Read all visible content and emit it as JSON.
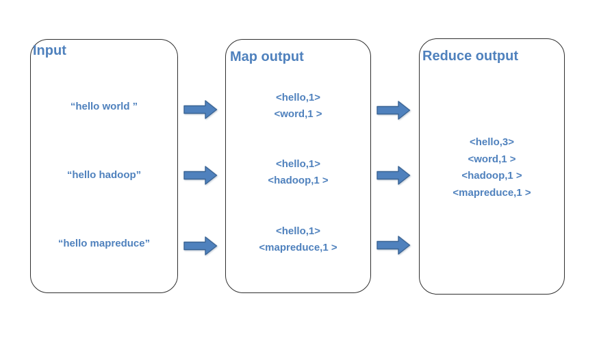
{
  "colors": {
    "accent": "#4f81bd",
    "arrow_fill": "#4f81bd",
    "arrow_border": "#3a6494",
    "box_border": "#2e2e2e",
    "background": "#ffffff"
  },
  "boxes": {
    "input": {
      "title": "Input",
      "lines": [
        "“hello world ”",
        "“hello hadoop”",
        "“hello mapreduce”"
      ]
    },
    "map": {
      "title": "Map output",
      "groups": [
        [
          "<hello,1>",
          "<word,1 >"
        ],
        [
          "<hello,1>",
          "<hadoop,1 >"
        ],
        [
          "<hello,1>",
          "<mapreduce,1 >"
        ]
      ]
    },
    "reduce": {
      "title": "Reduce output",
      "lines": [
        "<hello,3>",
        "<word,1 >",
        "<hadoop,1 >",
        "<mapreduce,1 >"
      ]
    }
  },
  "icons": {
    "arrow": "right-block-arrow"
  }
}
